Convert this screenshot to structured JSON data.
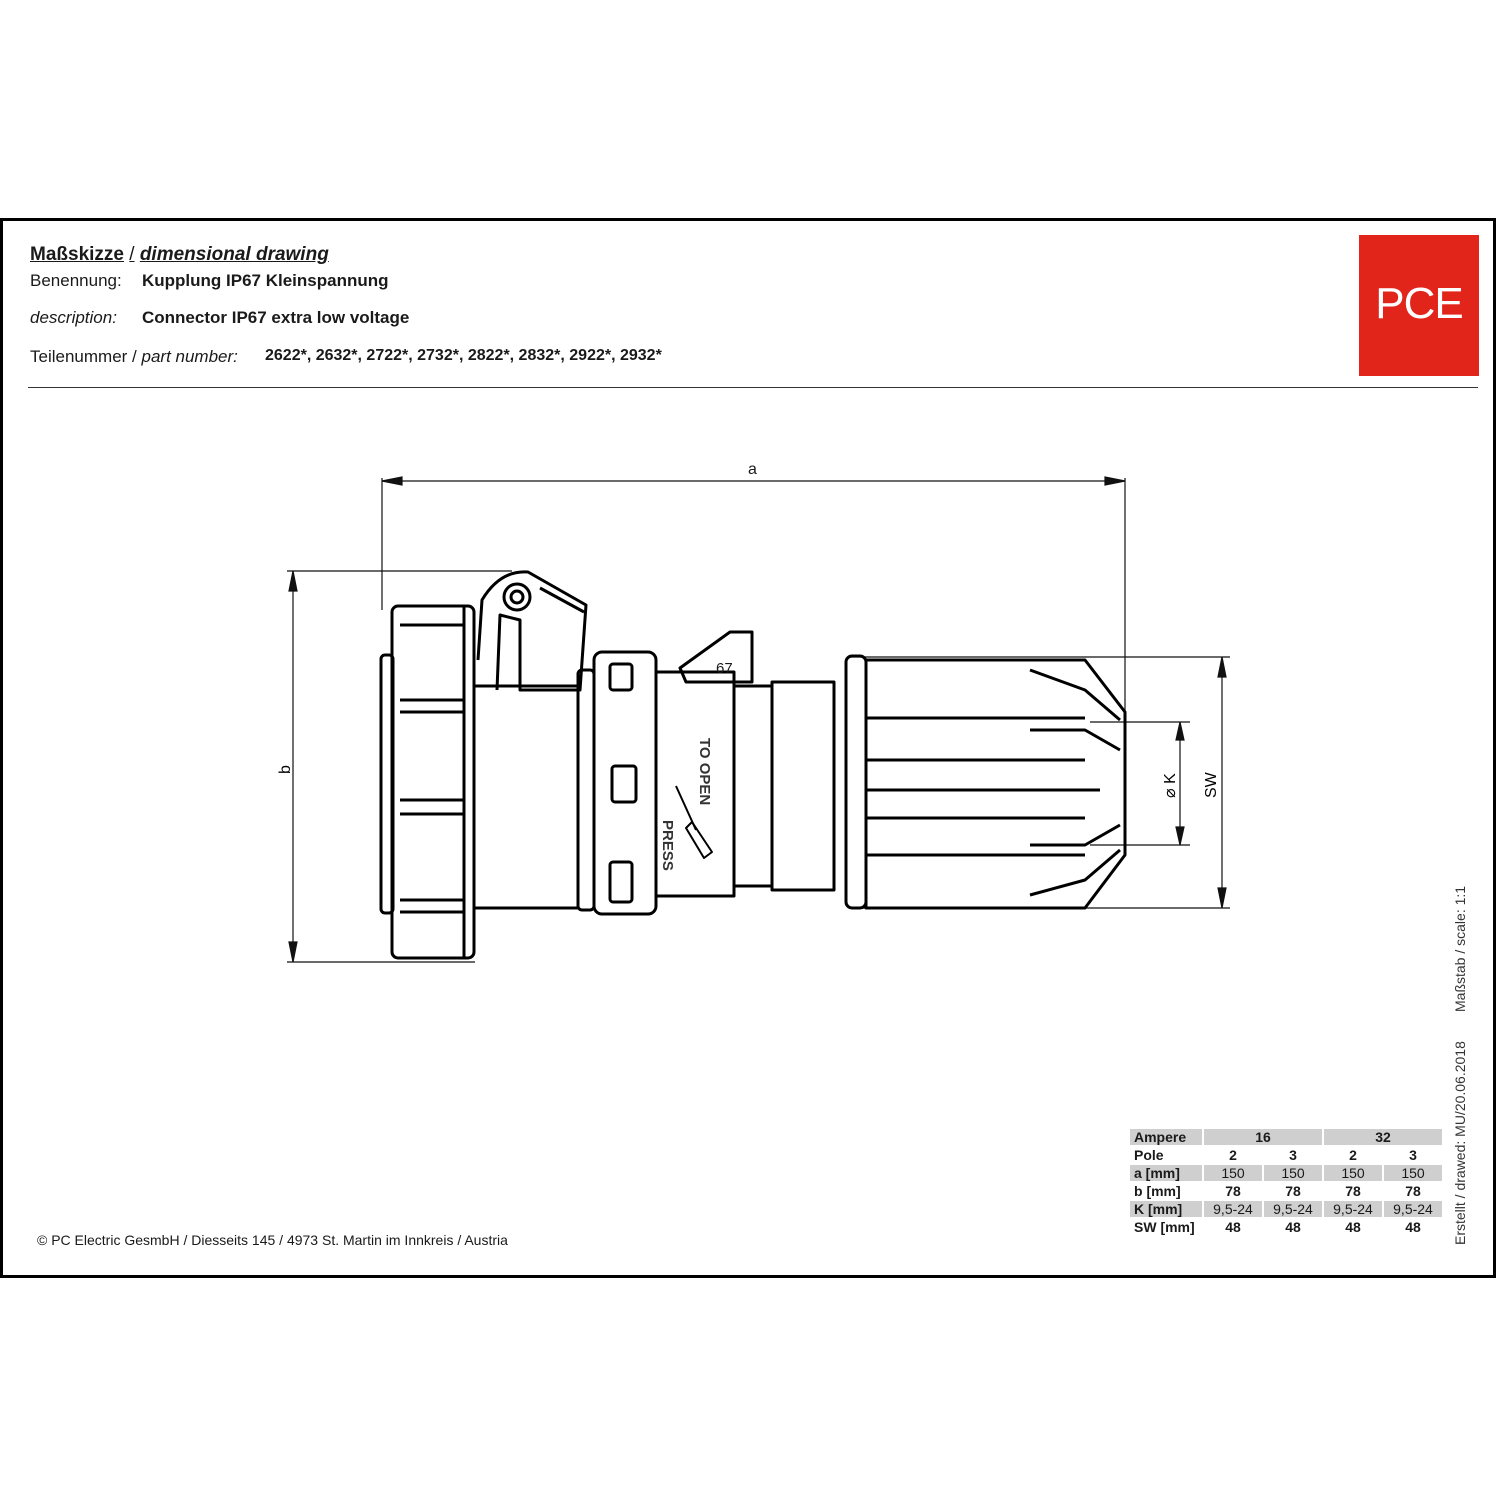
{
  "header": {
    "title_de": "Maßskizze",
    "title_sep": "/",
    "title_en": "dimensional drawing",
    "name_label": "Benennung:",
    "name_value": "Kupplung IP67 Kleinspannung",
    "desc_label": "description:",
    "desc_value": "Connector IP67 extra low voltage",
    "part_label_de": "Teilenummer /",
    "part_label_en": "part number:",
    "part_value": "2622*, 2632*, 2722*, 2732*, 2822*, 2832*, 2922*, 2932*"
  },
  "logo": {
    "text": "PCE",
    "color": "#e1251b"
  },
  "drawing": {
    "dim_a": "a",
    "dim_b": "b",
    "dim_k": "⌀ K",
    "dim_sw": "SW",
    "press_line1": "PRESS",
    "press_line2": "TO OPEN",
    "ip_mark": "67"
  },
  "side": {
    "scale": "Maßstab / scale: 1:1",
    "drawn": "Erstellt / drawed: MU/20.06.2018"
  },
  "table": {
    "headers": [
      "Ampere",
      "16",
      "32"
    ],
    "rows": [
      {
        "label": "Pole",
        "values": [
          "2",
          "3",
          "2",
          "3"
        ]
      },
      {
        "label": "a [mm]",
        "values": [
          "150",
          "150",
          "150",
          "150"
        ]
      },
      {
        "label": "b [mm]",
        "values": [
          "78",
          "78",
          "78",
          "78"
        ]
      },
      {
        "label": "K [mm]",
        "values": [
          "9,5-24",
          "9,5-24",
          "9,5-24",
          "9,5-24"
        ]
      },
      {
        "label": "SW [mm]",
        "values": [
          "48",
          "48",
          "48",
          "48"
        ]
      }
    ]
  },
  "footer": {
    "text": "© PC Electric GesmbH / Diesseits 145 / 4973 St. Martin im Innkreis / Austria"
  }
}
